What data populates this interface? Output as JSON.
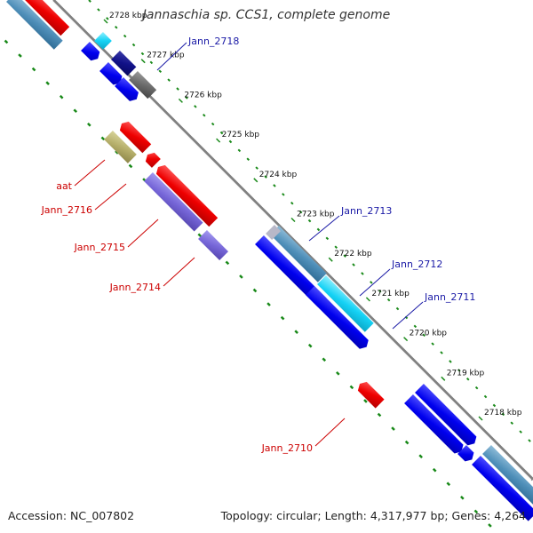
{
  "title": "Jannaschia sp. CCS1, complete genome",
  "footer": {
    "accession": "Accession: NC_007802",
    "summary": "Topology: circular; Length: 4,317,977 bp; Genes: 4,264"
  },
  "colors": {
    "backbone": "#808080",
    "tick_dots": "#1a8a1a",
    "forward_label": "#1a1aa6",
    "reverse_label": "#cc0000"
  },
  "ticks": [
    "2728 kbp",
    "2727 kbp",
    "2726 kbp",
    "2725 kbp",
    "2724 kbp",
    "2723 kbp",
    "2722 kbp",
    "2721 kbp",
    "2720 kbp",
    "2719 kbp",
    "2718 kbp"
  ],
  "labels": [
    {
      "text": "Jann_2718",
      "strand": "forward"
    },
    {
      "text": "Jann_2713",
      "strand": "forward"
    },
    {
      "text": "Jann_2712",
      "strand": "forward"
    },
    {
      "text": "Jann_2711",
      "strand": "forward"
    },
    {
      "text": "aat",
      "strand": "reverse"
    },
    {
      "text": "Jann_2716",
      "strand": "reverse"
    },
    {
      "text": "Jann_2715",
      "strand": "reverse"
    },
    {
      "text": "Jann_2714",
      "strand": "reverse"
    },
    {
      "text": "Jann_2710",
      "strand": "reverse"
    }
  ]
}
